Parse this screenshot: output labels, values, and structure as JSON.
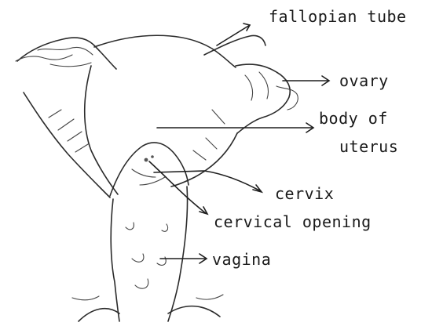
{
  "labels": {
    "fallopian_tube": "fallopian tube",
    "ovary": "ovary",
    "body_of_uterus_line1": "body of",
    "body_of_uterus_line2": "uterus",
    "cervix": "cervix",
    "cervical_opening": "cervical opening",
    "vagina": "vagina"
  },
  "colors": {
    "ink": "#2b2b2b",
    "background": "#ffffff"
  }
}
